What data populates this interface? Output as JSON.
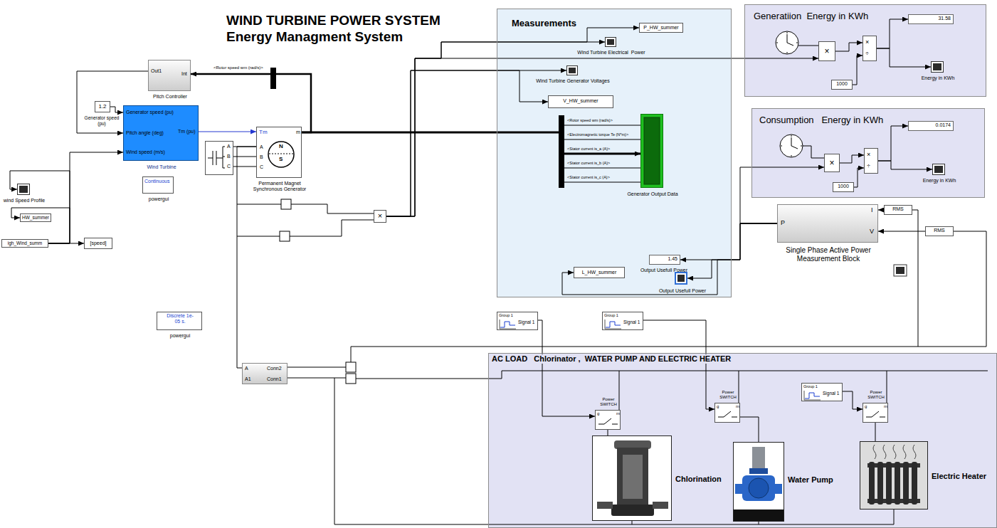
{
  "diagram": {
    "title": "WIND TURBINE POWER SYSTEM Energy Managment System",
    "nodes": [
      {
        "text": [
          "Out1",
          "Int",
          "Pitch Controller"
        ]
      },
      {
        "text": [
          "1.2",
          "Generator speed (pu)"
        ]
      },
      {
        "text": [
          "Generator speed (pu)",
          "Pitch angle (deg)",
          "Wind speed (m/s)",
          "Tm (pu)",
          "Wind Turbine"
        ]
      },
      {
        "text": [
          "Continuous",
          "powergui"
        ]
      },
      {
        "text": [
          "wind Speed Profile"
        ]
      },
      {
        "text": [
          "HW_summer"
        ]
      },
      {
        "text": [
          "igh_Wind_summ"
        ]
      },
      {
        "text": [
          "[speed]"
        ]
      },
      {
        "text": [
          "A",
          "B",
          "C"
        ]
      },
      {
        "text": [
          "Tm",
          "A",
          "B",
          "C",
          "m",
          "N",
          "S",
          "Permanent Magnet Synchronous Generator"
        ]
      },
      {
        "text": [
          "Discrete 1e-05 s.",
          "powergui"
        ]
      },
      {
        "text": [
          "×"
        ]
      },
      {
        "text": [
          "A",
          "A1",
          "Conn2",
          "Conn1"
        ]
      },
      {
        "text": [
          "Measurements"
        ]
      },
      {
        "text": [
          "P_HW_summer"
        ],
        "in": 13
      },
      {
        "text": [
          "Wind Turbine Electrical  Power"
        ],
        "in": 13
      },
      {
        "text": [
          "Wind Turbine Generator Voltages"
        ],
        "in": 13
      },
      {
        "text": [
          "V_HW_summer"
        ],
        "in": 13
      },
      {
        "text": [
          "Generator Output Data"
        ],
        "in": 13
      },
      {
        "text": [
          "1.45",
          "Output Usefull Power"
        ],
        "in": 13
      },
      {
        "text": [
          "Output Usefull Power"
        ],
        "in": 13
      },
      {
        "text": [
          "L_HW_summer"
        ],
        "in": 13
      },
      {
        "text": [
          "Generatiion  Energy in KWh"
        ]
      },
      {
        "text": [
          "×"
        ],
        "in": 22
      },
      {
        "text": [
          "1000"
        ],
        "in": 22
      },
      {
        "text": [
          "×",
          "÷"
        ],
        "in": 22
      },
      {
        "text": [
          "31.58"
        ],
        "in": 22
      },
      {
        "text": [
          "Energy in KWh"
        ],
        "in": 22
      },
      {
        "text": [
          "Consumption   Energy in KWh"
        ]
      },
      {
        "text": [
          "×"
        ],
        "in": 28
      },
      {
        "text": [
          "1000"
        ],
        "in": 28
      },
      {
        "text": [
          "×",
          "÷"
        ],
        "in": 28
      },
      {
        "text": [
          "0.0174"
        ],
        "in": 28
      },
      {
        "text": [
          "Energy in KWh"
        ],
        "in": 28
      },
      {
        "text": [
          "P",
          "I",
          "V",
          "Single Phase Active Power Measurement Block"
        ]
      },
      {
        "text": [
          "RMS"
        ]
      },
      {
        "text": [
          "RMS"
        ]
      },
      {
        "text": [
          "Group 1",
          "Signal 1"
        ]
      },
      {
        "text": [
          "Group 1",
          "Signal 1"
        ]
      },
      {
        "text": [
          "AC LOAD   Chlorinator ,  WATER PUMP AND ELECTRIC HEATER"
        ]
      },
      {
        "text": [
          "Group 1",
          "Signal 1"
        ],
        "in": 39
      },
      {
        "text": [
          "Power SWITCH",
          "g",
          "m"
        ],
        "in": 39
      },
      {
        "text": [
          "Power SWITCH",
          "g",
          "m"
        ],
        "in": 39
      },
      {
        "text": [
          "Power SWITCH",
          "g",
          "m"
        ],
        "in": 39
      },
      {
        "text": [
          "Chlorination"
        ],
        "in": 39
      },
      {
        "text": [
          "Water Pump"
        ],
        "in": 39
      },
      {
        "text": [
          "Electric Heater"
        ],
        "in": 39
      }
    ],
    "edges": [
      {
        "from": 0,
        "to": 2,
        "arrow": "to"
      },
      {
        "from": 1,
        "to": 2,
        "arrow": "to"
      },
      {
        "from": 6,
        "to": 2,
        "arrow": "to"
      },
      {
        "from": 6,
        "to": 4,
        "arrow": "to"
      },
      {
        "from": 6,
        "to": 5,
        "arrow": "to"
      },
      {
        "from": 6,
        "to": 7,
        "arrow": "to"
      },
      {
        "from": 2,
        "to": 9,
        "arrow": "to"
      },
      {
        "from": 8,
        "to": 9,
        "arrow": "none"
      },
      {
        "from": 8,
        "to": 9,
        "arrow": "none"
      },
      {
        "from": 8,
        "to": 9,
        "arrow": "none"
      },
      {
        "from": 9,
        "to": 0,
        "arrow": "to",
        "label": "<Rotor speed wm (rad/s)>"
      },
      {
        "from": 9,
        "to": 18,
        "arrow": "to"
      },
      {
        "from": 9,
        "to": 12,
        "arrow": "none"
      },
      {
        "from": 11,
        "to": 16,
        "arrow": "to"
      },
      {
        "from": 11,
        "to": 17,
        "arrow": "to"
      },
      {
        "from": 11,
        "to": 23,
        "arrow": "to"
      },
      {
        "from": 11,
        "to": 15,
        "arrow": "to"
      },
      {
        "from": 11,
        "to": 14,
        "arrow": "to"
      },
      {
        "from": 34,
        "to": 19,
        "arrow": "to"
      },
      {
        "from": 34,
        "to": 20,
        "arrow": "to"
      },
      {
        "from": 34,
        "to": 21,
        "arrow": "to"
      },
      {
        "from": 34,
        "to": 29,
        "arrow": "to"
      },
      {
        "from": 35,
        "to": 34,
        "arrow": "to"
      },
      {
        "from": 36,
        "to": 34,
        "arrow": "to"
      },
      {
        "from": 23,
        "to": 25,
        "arrow": "to"
      },
      {
        "from": 24,
        "to": 25,
        "arrow": "to"
      },
      {
        "from": 25,
        "to": 26,
        "arrow": "to"
      },
      {
        "from": 25,
        "to": 27,
        "arrow": "to"
      },
      {
        "from": 29,
        "to": 31,
        "arrow": "to"
      },
      {
        "from": 30,
        "to": 31,
        "arrow": "to"
      },
      {
        "from": 31,
        "to": 32,
        "arrow": "to"
      },
      {
        "from": 31,
        "to": 33,
        "arrow": "to"
      },
      {
        "from": 37,
        "to": 41,
        "arrow": "to"
      },
      {
        "from": 38,
        "to": 42,
        "arrow": "to"
      },
      {
        "from": 40,
        "to": 43,
        "arrow": "to"
      },
      {
        "from": 41,
        "to": 44,
        "arrow": "none"
      },
      {
        "from": 42,
        "to": 45,
        "arrow": "none"
      },
      {
        "from": 43,
        "to": 46,
        "arrow": "none"
      }
    ],
    "labels": [
      "<Rotor speed wm (rad/s)>",
      "<Electromagnetic torque Te (N*m)>",
      "<Stator current is_a (A)>",
      "<Stator current is_b (A)>",
      "<Stator current is_c (A)>"
    ]
  }
}
